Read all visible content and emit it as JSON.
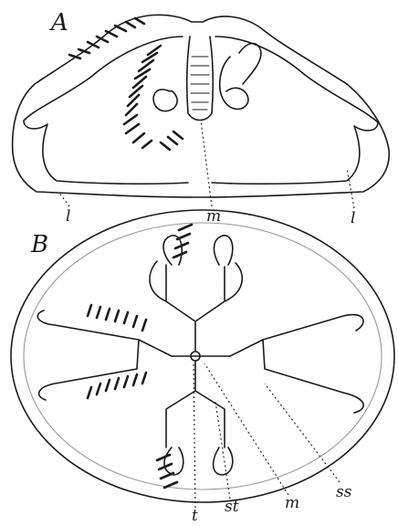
{
  "figure_A": {
    "panel_label": "A",
    "labels": {
      "left_l": "l",
      "center_m": "m",
      "right_l": "l"
    }
  },
  "figure_B": {
    "panel_label": "B",
    "labels": {
      "t": "t",
      "st": "st",
      "m": "m",
      "ss": "ss"
    }
  },
  "colors": {
    "ink": "#1a1a1a",
    "paper": "#ffffff"
  }
}
